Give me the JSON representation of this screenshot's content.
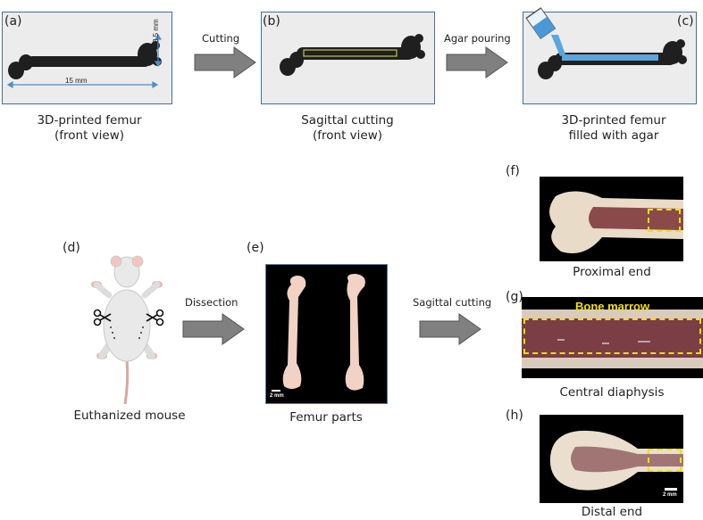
{
  "panels": {
    "a": {
      "letter": "(a)",
      "caption_line1": "3D-printed femur",
      "caption_line2": "(front view)",
      "dim_height": "3.5 mm",
      "dim_width": "15 mm"
    },
    "b": {
      "letter": "(b)",
      "caption_line1": "Sagittal cutting",
      "caption_line2": "(front view)"
    },
    "c": {
      "letter": "(c)",
      "caption_line1": "3D-printed femur",
      "caption_line2": "filled with agar"
    },
    "d": {
      "letter": "(d)",
      "caption": "Euthanized mouse"
    },
    "e": {
      "letter": "(e)",
      "caption": "Femur parts",
      "scale": "2 mm"
    },
    "f": {
      "letter": "(f)",
      "caption": "Proximal end"
    },
    "g": {
      "letter": "(g)",
      "caption": "Central diaphysis",
      "highlight": "Bone marrow"
    },
    "h": {
      "letter": "(h)",
      "caption": "Distal end",
      "scale": "2 mm"
    }
  },
  "arrows": {
    "a_to_b": "Cutting",
    "b_to_c": "Agar pouring",
    "d_to_e": "Dissection",
    "e_to_fgh": "Sagittal cutting"
  },
  "colors": {
    "panel_border": "#3f6f9a",
    "panel_fill": "#ececec",
    "bone_model": "#1f1f1f",
    "agar": "#5aa6de",
    "arrow": "#808080",
    "highlight": "#f0e000"
  }
}
